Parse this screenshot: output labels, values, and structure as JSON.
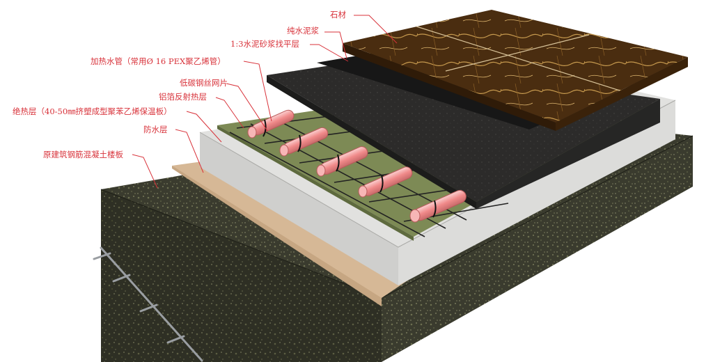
{
  "diagram": {
    "labels": [
      {
        "id": "stone",
        "text": "石材"
      },
      {
        "id": "cement-slurry",
        "text": "纯水泥浆"
      },
      {
        "id": "leveling-mortar",
        "text": "1:3水泥砂浆找平层"
      },
      {
        "id": "heating-pipe",
        "text": "加热水管（常用Ø 16 PEX聚乙烯管）"
      },
      {
        "id": "steel-mesh",
        "text": "低碳钢丝网片"
      },
      {
        "id": "foil-layer",
        "text": "铝箔反射热层"
      },
      {
        "id": "insulation",
        "text": "绝热层（40-50㎜挤塑成型聚苯乙烯保温板）"
      },
      {
        "id": "waterproof",
        "text": "防水层"
      },
      {
        "id": "slab",
        "text": "原建筑钢筋混凝土楼板"
      }
    ],
    "colors": {
      "label": "#d8323a",
      "leader": "#d8323a",
      "concrete": "#3a3b2e",
      "insulation": "#d4d4d2",
      "waterproof": "#d6b896",
      "foil": "#7d8a55",
      "pipe": "#f08a8a",
      "mortar": "#2b2b2b",
      "stone": "#4a2d10"
    }
  }
}
